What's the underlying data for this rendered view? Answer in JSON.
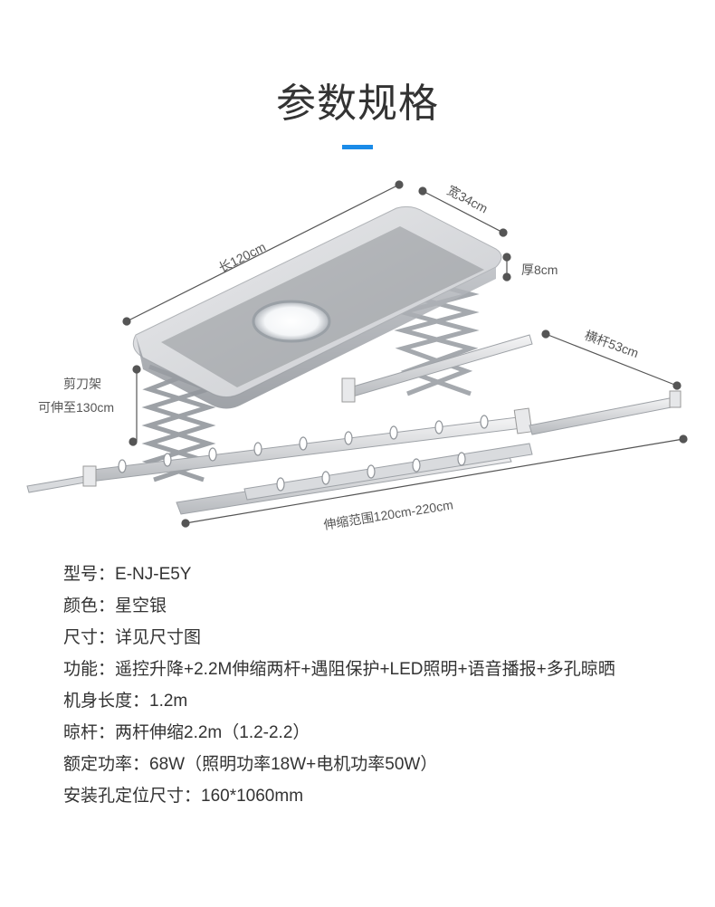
{
  "heading": {
    "title": "参数规格"
  },
  "dimensions": {
    "length": "长120cm",
    "width": "宽34cm",
    "thickness": "厚8cm",
    "crossbar": "横杆53cm",
    "scissor_line1": "剪刀架",
    "scissor_line2": "可伸至130cm",
    "range": "伸缩范围120cm-220cm"
  },
  "specs": [
    {
      "label": "型号：",
      "value": "E-NJ-E5Y"
    },
    {
      "label": "颜色：",
      "value": "星空银"
    },
    {
      "label": "尺寸：",
      "value": "详见尺寸图"
    },
    {
      "label": "功能：",
      "value": "遥控升降+2.2M伸缩两杆+遇阻保护+LED照明+语音播报+多孔晾晒"
    },
    {
      "label": "机身长度：",
      "value": "1.2m"
    },
    {
      "label": "晾杆：",
      "value": "两杆伸缩2.2m（1.2-2.2）"
    },
    {
      "label": "额定功率：",
      "value": "68W（照明功率18W+电机功率50W）"
    },
    {
      "label": "安装孔定位尺寸：",
      "value": "160*1060mm"
    }
  ],
  "colors": {
    "accent": "#1a8be8",
    "text": "#333333"
  }
}
